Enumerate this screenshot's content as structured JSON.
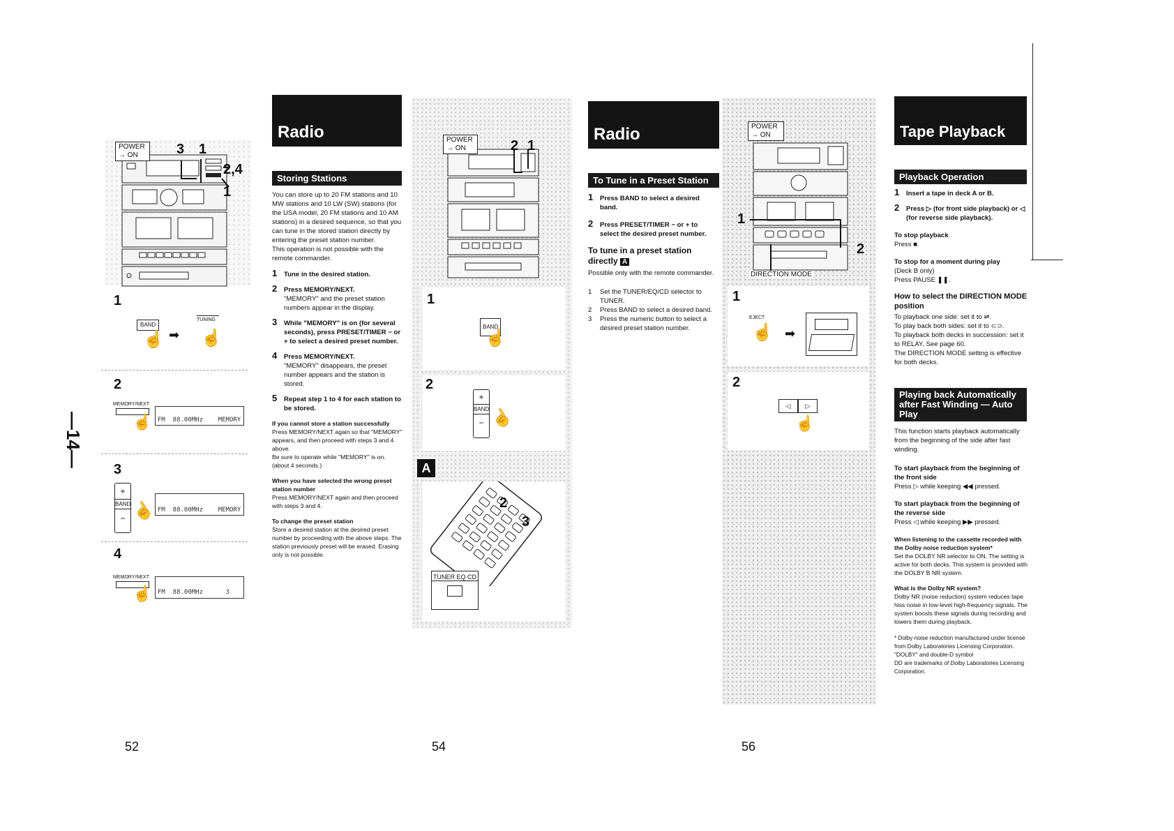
{
  "page_numbers": [
    "52",
    "54",
    "56"
  ],
  "side_number": "—14—",
  "page1": {
    "figure_labels": {
      "power": "POWER\n→ ON",
      "callout_3": "3",
      "callout_1a": "1",
      "callout_24": "2,4",
      "callout_1b": "1"
    },
    "step_figs": [
      {
        "num": "1",
        "button": "BAND",
        "extra": "TUNING"
      },
      {
        "num": "2",
        "button": "MEMORY/NEXT",
        "display": "FM  88.00MHz    MEMORY"
      },
      {
        "num": "3",
        "button_plus": "+",
        "button": "BAND",
        "button_minus": "−",
        "display": "FM  88.00MHz    MEMORY"
      },
      {
        "num": "4",
        "button": "MEMORY/NEXT",
        "display": "FM  88.00MHz      3"
      }
    ]
  },
  "page2": {
    "title": "Radio",
    "section": "Storing Stations",
    "intro": "You can store up to 20 FM stations and 10 MW stations and 10 LW (SW) stations (for the USA model, 20 FM stations and 10 AM stations) in a desired sequence, so that you can tune in the stored station directly by entering the preset station number.",
    "intro2": "This operation is not possible with the remote commander.",
    "steps": [
      {
        "n": "1",
        "bold": "Tune in the desired station.",
        "rest": ""
      },
      {
        "n": "2",
        "bold": "Press MEMORY/NEXT.",
        "rest": "\"MEMORY\" and the preset station numbers appear in the display."
      },
      {
        "n": "3",
        "bold": "While \"MEMORY\" is on (for several seconds), press PRESET/TIMER − or + to select a desired preset number.",
        "rest": ""
      },
      {
        "n": "4",
        "bold": "Press MEMORY/NEXT.",
        "rest": "\"MEMORY\" disappears, the preset number appears and the station is stored."
      },
      {
        "n": "5",
        "bold": "Repeat step 1 to 4 for each station to be stored.",
        "rest": ""
      }
    ],
    "notes": [
      {
        "head": "If you cannot store a station successfully",
        "body": "Press MEMORY/NEXT again so that \"MEMORY\" appears, and then proceed with steps 3 and 4 above.\nBe sure to operate while \"MEMORY\" is on. (about 4 seconds.)"
      },
      {
        "head": "When you have selected the wrong preset station number",
        "body": "Press MEMORY/NEXT again and then proceed with steps 3 and 4."
      },
      {
        "head": "To change the preset station",
        "body": "Store a desired station at the desired preset number by proceeding with the above steps. The station previously preset will be erased. Erasing only is not possible."
      }
    ]
  },
  "page3": {
    "figure_labels": {
      "power": "POWER\n→ ON",
      "callout_2": "2",
      "callout_1": "1"
    },
    "step1": "1",
    "step1_button": "BAND",
    "step2": "2",
    "step2_plus": "+",
    "step2_button": "BAND",
    "step2_minus": "−",
    "badge": "A",
    "remote_callout_2": "2",
    "remote_callout_3": "3",
    "remote_selector": "TUNER EQ CD"
  },
  "page4": {
    "title": "Radio",
    "section": "To Tune in a Preset Station",
    "steps": [
      {
        "n": "1",
        "bold": "Press BAND to select a desired band."
      },
      {
        "n": "2",
        "bold": "Press PRESET/TIMER − or + to select the desired preset number."
      }
    ],
    "subhead": "To tune in a preset station directly",
    "subhead_badge": "A",
    "sub_text": "Possible only with the remote commander.",
    "remote_steps": [
      {
        "n": "1",
        "text": "Set the TUNER/EQ/CD selector to TUNER."
      },
      {
        "n": "2",
        "text": "Press BAND to select a desired band."
      },
      {
        "n": "3",
        "text": "Press the numeric button to select a desired preset station number."
      }
    ]
  },
  "page5": {
    "figure_labels": {
      "power": "POWER\n→ ON",
      "callout_1": "1",
      "callout_2": "2",
      "direction": "DIRECTION MODE"
    },
    "step1": "1",
    "step1_button": "EJECT",
    "step2": "2"
  },
  "page6": {
    "title": "Tape Playback",
    "section1": "Playback Operation",
    "steps": [
      {
        "n": "1",
        "bold": "Insert a tape in deck A or B."
      },
      {
        "n": "2",
        "bold": "Press ▷ (for front side playback) or ◁ (for reverse side playback)."
      }
    ],
    "stop_head": "To stop playback",
    "stop_body": "Press ■.",
    "pause_head": "To stop for a moment during play",
    "pause_body": "(Deck B only)\nPress PAUSE ❚❚.",
    "dir_head": "How to select the DIRECTION MODE position",
    "dir_body": "To playback one side: set it to ⇌.\nTo play back both sides: set it to ⊂⊃.\nTo playback both decks in succession: set it to RELAY. See page 60.\nThe DIRECTION MODE setting is effective for both decks.",
    "section2": "Playing back Automatically after Fast Winding — Auto Play",
    "auto_intro": "This function starts playback automatically from the beginning of the side after fast winding.",
    "front_head": "To start playback from the beginning of the front side",
    "front_body": "Press ▷ while keeping ◀◀ pressed.",
    "rev_head": "To start playback from the beginning of the reverse side",
    "rev_body": "Press ◁ while keeping ▶▶ pressed.",
    "dolby_head": "When listening to the cassette recorded with the Dolby noise reduction system*",
    "dolby_body": "Set the DOLBY NR selector to ON. The setting is active for both decks. This system is provided with the DOLBY B NR system.",
    "what_head": "What is the Dolby NR system?",
    "what_body": "Dolby NR (noise reduction) system reduces tape hiss noise in low-level high-frequency signals. The system boosts these signals during recording and lowers them during playback.",
    "footnote": "* Dolby noise reduction manufactured under license from Dolby Laboratories Licensing Corporation.\n\"DOLBY\" and double-D symbol\nDD are trademarks of Dolby Laboratories Licensing Corporation."
  }
}
